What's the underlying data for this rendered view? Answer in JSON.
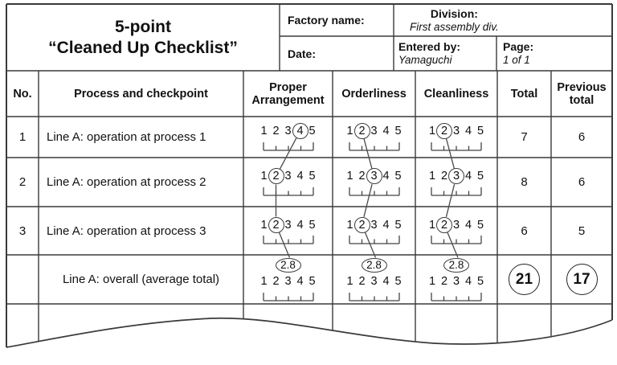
{
  "title": {
    "line1": "5-point",
    "line2": "“Cleaned Up Checklist”"
  },
  "meta": {
    "factory_label": "Factory name:",
    "division_label": "Division:",
    "division_value": "First assembly div.",
    "date_label": "Date:",
    "entered_by_label": "Entered by:",
    "entered_by_value": "Yamaguchi",
    "page_label": "Page:",
    "page_value": "1 of 1"
  },
  "table": {
    "headers": [
      "No.",
      "Process and checkpoint",
      "Proper Arrangement",
      "Orderliness",
      "Cleanliness",
      "Total",
      "Previous total"
    ],
    "scale": [
      1,
      2,
      3,
      4,
      5
    ],
    "rating_keys": [
      "proper_arrangement",
      "orderliness",
      "cleanliness"
    ],
    "rows": [
      {
        "no": "1",
        "process": "Line A: operation at process 1",
        "proper_arrangement": 4,
        "orderliness": 2,
        "cleanliness": 2,
        "total": "7",
        "previous_total": "6"
      },
      {
        "no": "2",
        "process": "Line A: operation at process 2",
        "proper_arrangement": 2,
        "orderliness": 3,
        "cleanliness": 3,
        "total": "8",
        "previous_total": "6"
      },
      {
        "no": "3",
        "process": "Line A: operation at process 3",
        "proper_arrangement": 2,
        "orderliness": 2,
        "cleanliness": 2,
        "total": "6",
        "previous_total": "5"
      }
    ],
    "overall": {
      "process": "Line A: overall (average total)",
      "proper_arrangement": "2.8",
      "orderliness": "2.8",
      "cleanliness": "2.8",
      "total": "21",
      "previous_total": "17"
    }
  },
  "colors": {
    "line": "#3a3a3a",
    "connector": "#4a4a4a",
    "text": "#111111"
  }
}
